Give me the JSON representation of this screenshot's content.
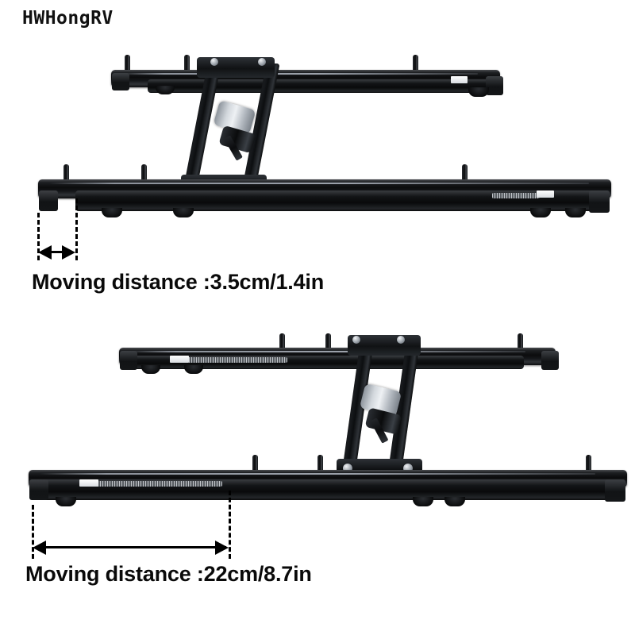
{
  "brand": {
    "name": "HWHongRV"
  },
  "figures": [
    {
      "id": "figure-retracted",
      "caption": "Moving distance :3.5cm/1.4in",
      "distance_cm": 3.5,
      "distance_in": 1.4,
      "state": "retracted"
    },
    {
      "id": "figure-extended",
      "caption": "Moving distance :22cm/8.7in",
      "distance_cm": 22,
      "distance_in": 8.7,
      "state": "extended"
    }
  ],
  "colors": {
    "background": "#ffffff",
    "text": "#0a0a0a",
    "annotation": "#000000",
    "rail_dark": "#0b0c0d",
    "motor_light": "#eef1f4"
  },
  "product": {
    "type": "powered-seat-slider-rail",
    "rails_per_assembly": 2,
    "actuator": "electric-motor-with-lead-screw"
  }
}
